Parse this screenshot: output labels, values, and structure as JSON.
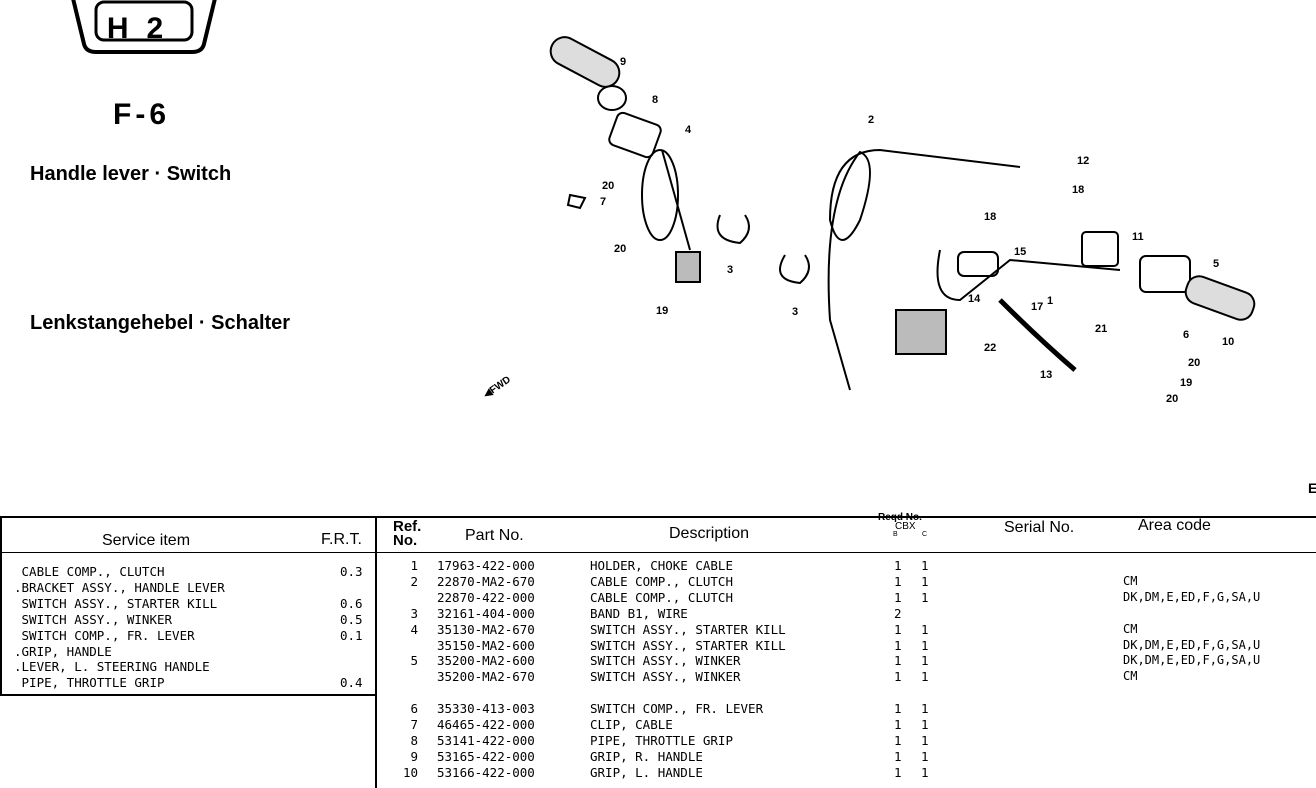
{
  "header": {
    "logo_text": "H2",
    "figure_no": "F-6",
    "title_en": "Handle lever · Switch",
    "title_de": "Lenkstangehebel · Schalter",
    "fwd_label": "FWD",
    "corner_mark": "E"
  },
  "diagram": {
    "callouts": [
      "9",
      "8",
      "4",
      "2",
      "20",
      "7",
      "20",
      "3",
      "19",
      "3",
      "12",
      "18",
      "18",
      "11",
      "15",
      "5",
      "14",
      "17",
      "1",
      "21",
      "6",
      "10",
      "22",
      "13",
      "20",
      "19",
      "20"
    ]
  },
  "service_table": {
    "headers": {
      "item": "Service item",
      "frt": "F.R.T."
    },
    "rows": [
      {
        "item": " CABLE COMP., CLUTCH",
        "frt": "0.3"
      },
      {
        "item": ".BRACKET ASSY., HANDLE LEVER",
        "frt": ""
      },
      {
        "item": " SWITCH ASSY., STARTER KILL",
        "frt": "0.6"
      },
      {
        "item": " SWITCH ASSY., WINKER",
        "frt": "0.5"
      },
      {
        "item": " SWITCH COMP., FR. LEVER",
        "frt": "0.1"
      },
      {
        "item": ".GRIP, HANDLE",
        "frt": ""
      },
      {
        "item": ".LEVER, L. STEERING HANDLE",
        "frt": ""
      },
      {
        "item": " PIPE, THROTTLE GRIP",
        "frt": "0.4"
      }
    ]
  },
  "parts_table": {
    "headers": {
      "ref": "Ref. No.",
      "part": "Part No.",
      "desc": "Description",
      "reqd": "Reqd No.",
      "reqd_model": "CBX",
      "reqd_sub_a": "B",
      "reqd_sub_c": "C",
      "serial": "Serial No.",
      "area": "Area code"
    },
    "rows": [
      {
        "ref": "1",
        "part": "17963-422-000",
        "desc": "HOLDER, CHOKE CABLE",
        "qb": "1",
        "qc": "1",
        "area": ""
      },
      {
        "ref": "2",
        "part": "22870-MA2-670",
        "desc": "CABLE COMP., CLUTCH",
        "qb": "1",
        "qc": "1",
        "area": "CM"
      },
      {
        "ref": "",
        "part": "22870-422-000",
        "desc": "CABLE COMP., CLUTCH",
        "qb": "1",
        "qc": "1",
        "area": "DK,DM,E,ED,F,G,SA,U"
      },
      {
        "ref": "3",
        "part": "32161-404-000",
        "desc": "BAND B1, WIRE",
        "qb": "2",
        "qc": "",
        "area": ""
      },
      {
        "ref": "4",
        "part": "35130-MA2-670",
        "desc": "SWITCH ASSY., STARTER KILL",
        "qb": "1",
        "qc": "1",
        "area": "CM"
      },
      {
        "ref": "",
        "part": "35150-MA2-600",
        "desc": "SWITCH ASSY., STARTER KILL",
        "qb": "1",
        "qc": "1",
        "area": "DK,DM,E,ED,F,G,SA,U"
      },
      {
        "ref": "5",
        "part": "35200-MA2-600",
        "desc": "SWITCH ASSY., WINKER",
        "qb": "1",
        "qc": "1",
        "area": "DK,DM,E,ED,F,G,SA,U"
      },
      {
        "ref": "",
        "part": "35200-MA2-670",
        "desc": "SWITCH ASSY., WINKER",
        "qb": "1",
        "qc": "1",
        "area": "CM"
      },
      {
        "ref": "",
        "part": "",
        "desc": "",
        "qb": "",
        "qc": "",
        "area": ""
      },
      {
        "ref": "6",
        "part": "35330-413-003",
        "desc": "SWITCH COMP., FR. LEVER",
        "qb": "1",
        "qc": "1",
        "area": ""
      },
      {
        "ref": "7",
        "part": "46465-422-000",
        "desc": "CLIP, CABLE",
        "qb": "1",
        "qc": "1",
        "area": ""
      },
      {
        "ref": "8",
        "part": "53141-422-000",
        "desc": "PIPE, THROTTLE GRIP",
        "qb": "1",
        "qc": "1",
        "area": ""
      },
      {
        "ref": "9",
        "part": "53165-422-000",
        "desc": "GRIP, R. HANDLE",
        "qb": "1",
        "qc": "1",
        "area": ""
      },
      {
        "ref": "10",
        "part": "53166-422-000",
        "desc": "GRIP, L. HANDLE",
        "qb": "1",
        "qc": "1",
        "area": ""
      }
    ]
  }
}
